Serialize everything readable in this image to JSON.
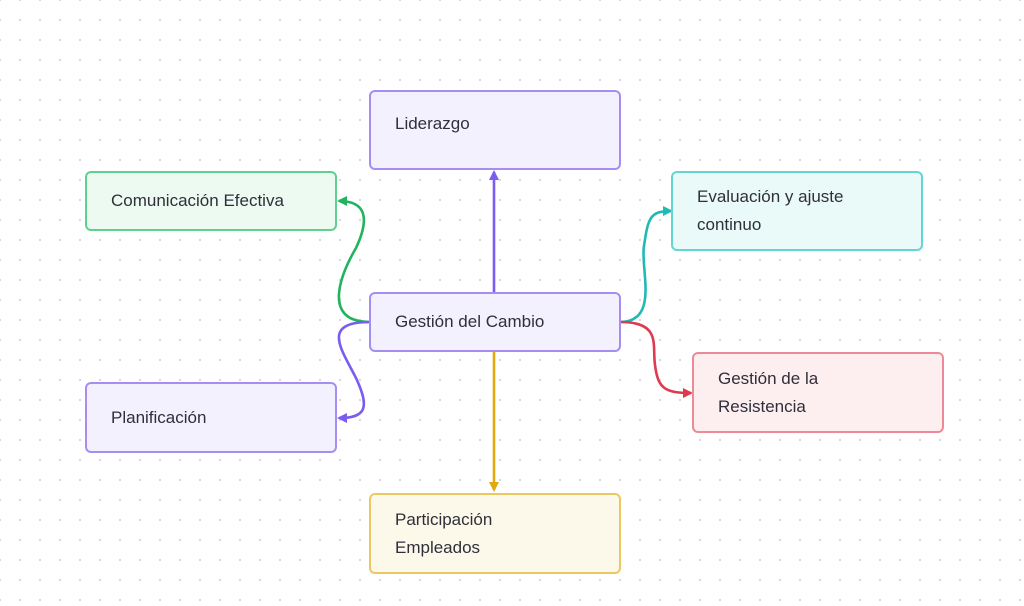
{
  "colors": {
    "purple": "#8c6ff0",
    "green": "#2ec26b",
    "teal": "#35c9c2",
    "red": "#e8596a",
    "gold": "#e8c24e",
    "purple_fill": "#f3f1fd",
    "green_fill": "#ecfaf1",
    "teal_fill": "#eafaf9",
    "red_fill": "#fdeef0",
    "gold_fill": "#fdf9ea"
  },
  "nodes": {
    "center": {
      "label": "Gestión del Cambio"
    },
    "liderazgo": {
      "label": "Liderazgo"
    },
    "comunicacion": {
      "label": "Comunicación Efectiva"
    },
    "planificacion": {
      "label": "Planificación"
    },
    "evaluacion": {
      "label": "Evaluación y ajuste continuo"
    },
    "resistencia": {
      "label": "Gestión de la Resistencia"
    },
    "participacion": {
      "label": "Participación Empleados"
    }
  }
}
